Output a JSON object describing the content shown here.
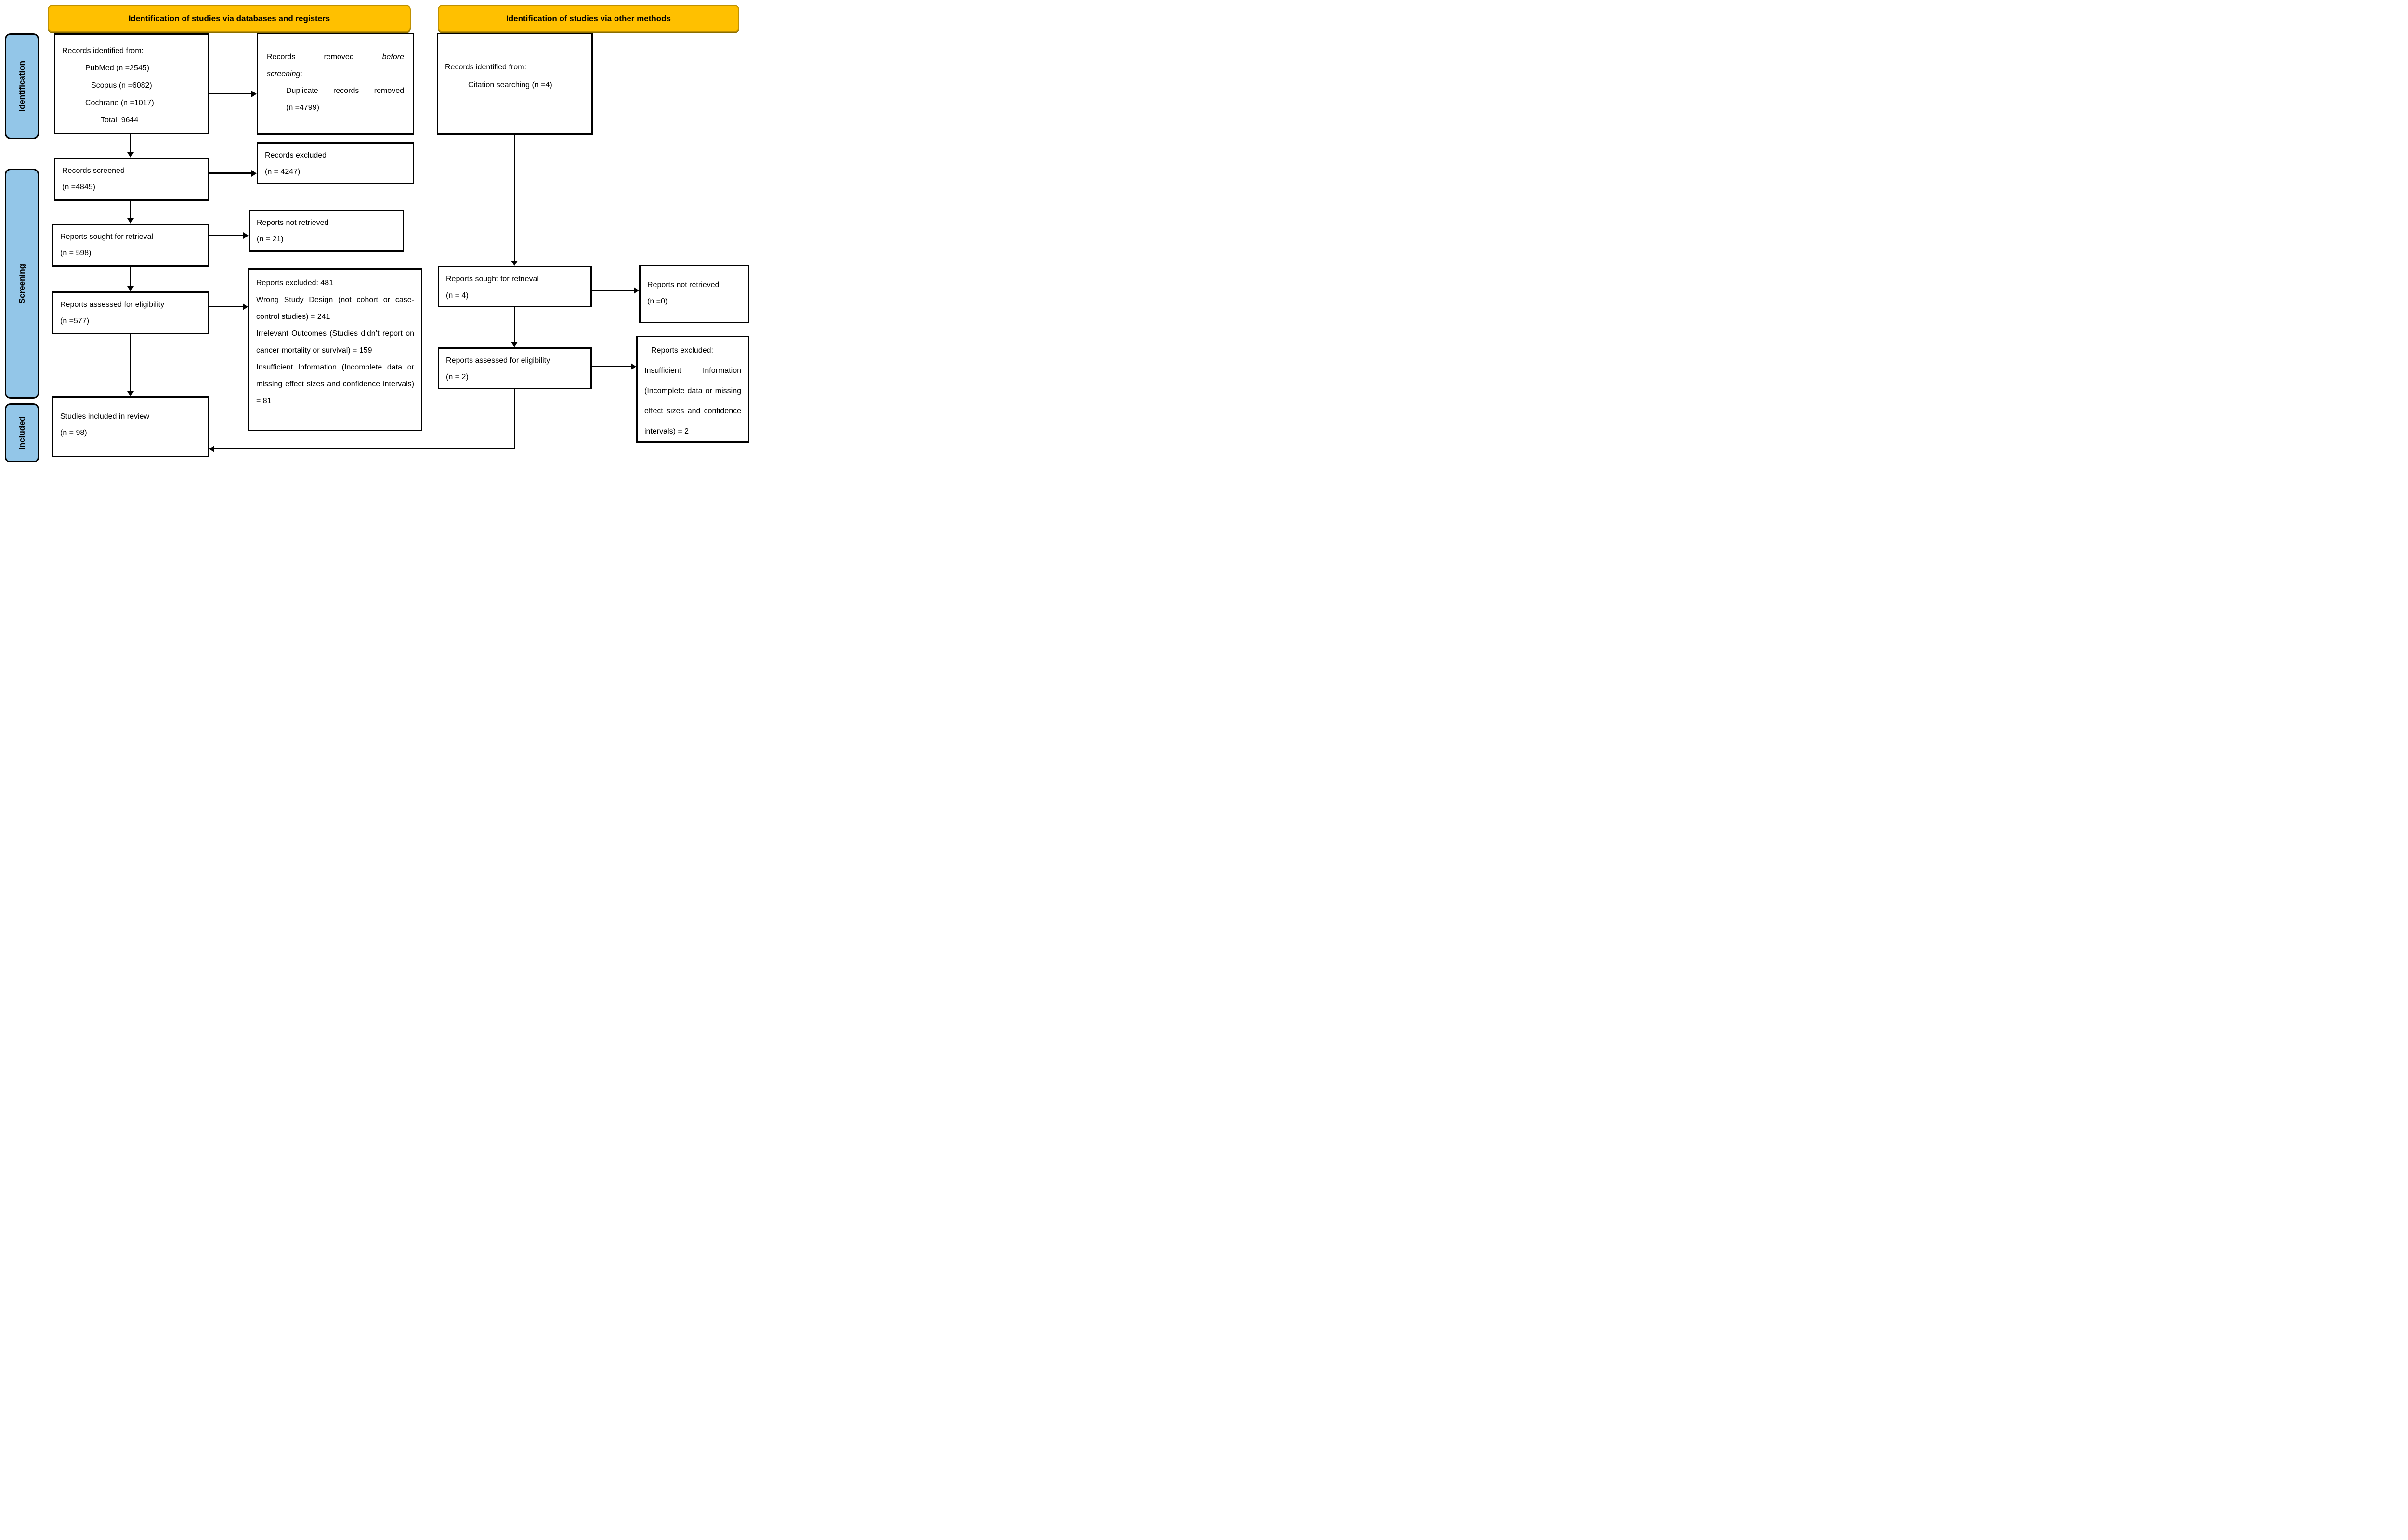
{
  "headers": {
    "left": "Identification of studies via databases and registers",
    "right": "Identification of studies via other methods"
  },
  "sidebar": {
    "identification": "Identification",
    "screening": "Screening",
    "included": "Included"
  },
  "colors": {
    "header_bg": "#FFC000",
    "header_border": "#BF9000",
    "sidebar_bg": "#93C6E8",
    "box_border": "#000000"
  },
  "boxes": {
    "records_identified_db": {
      "title": "Records identified from:",
      "items": [
        "PubMed (n =2545)",
        "Scopus (n =6082)",
        "Cochrane (n =1017)",
        "Total: 9644"
      ]
    },
    "records_removed": {
      "line1_normal": "Records removed",
      "line1_italic": "before",
      "line2_italic": "screening",
      "line2_suffix": ":",
      "line3": "Duplicate records removed",
      "line4": "(n =4799)"
    },
    "records_screened": {
      "line1": "Records screened",
      "line2": "(n =4845)"
    },
    "records_excluded": {
      "line1": "Records excluded",
      "line2": "(n = 4247)"
    },
    "reports_sought_db": {
      "line1": "Reports sought for retrieval",
      "line2": "(n = 598)"
    },
    "reports_not_retrieved_db": {
      "line1": "Reports not retrieved",
      "line2": "(n = 21)"
    },
    "reports_assessed_db": {
      "line1": "Reports assessed for eligibility",
      "line2": "(n =577)"
    },
    "reports_excluded_db": {
      "p1": "Reports excluded: 481",
      "p2": "Wrong Study Design (not cohort or case-control studies) = 241",
      "p3": "Irrelevant Outcomes (Studies didn’t report on cancer mortality or survival) = 159",
      "p4": "Insufficient Information (Incomplete data or missing effect sizes and confidence intervals) = 81"
    },
    "studies_included": {
      "line1": "Studies included in review",
      "line2": "(n = 98)"
    },
    "records_identified_other": {
      "title": "Records identified from:",
      "item": "Citation searching (n =4)"
    },
    "reports_sought_other": {
      "line1": "Reports sought for retrieval",
      "line2": "(n = 4)"
    },
    "reports_not_retrieved_other": {
      "line1": "Reports not retrieved",
      "line2": "(n =0)"
    },
    "reports_assessed_other": {
      "line1": "Reports assessed for eligibility",
      "line2": "(n = 2)"
    },
    "reports_excluded_other": {
      "p1": "Reports excluded:",
      "p2": "Insufficient Information (Incomplete data or missing effect sizes and confidence intervals) = 2"
    }
  }
}
